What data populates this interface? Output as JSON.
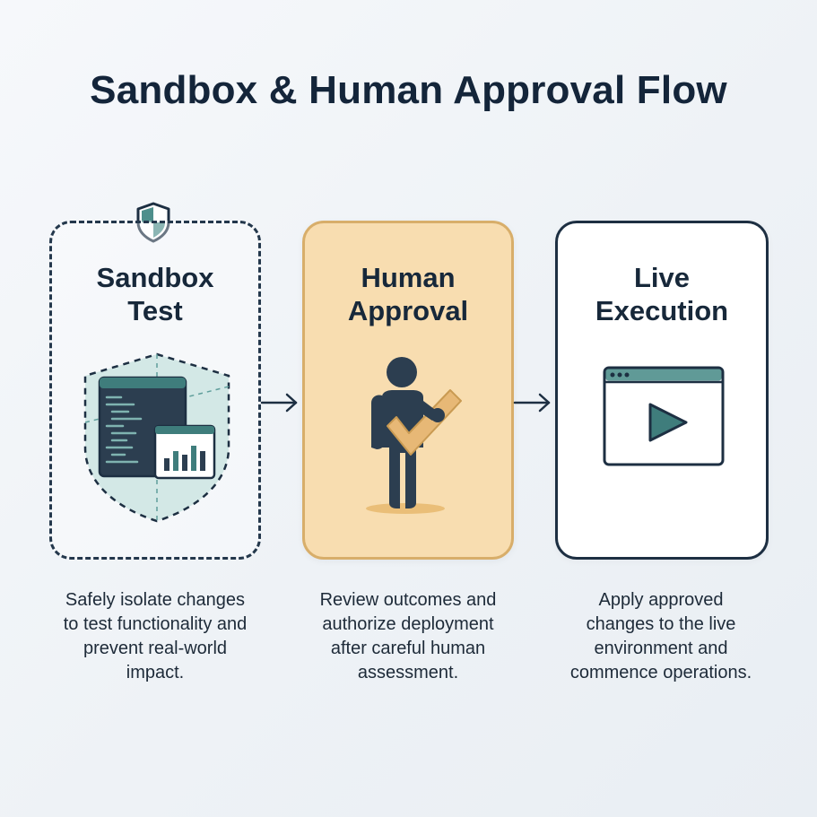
{
  "title": "Sandbox & Human Approval Flow",
  "steps": [
    {
      "title_lines": [
        "Sandbox",
        "Test"
      ],
      "description_lines": [
        "Safely isolate changes",
        "to test functionality and",
        "prevent real-world",
        "impact."
      ],
      "icon": "shield-window-icon"
    },
    {
      "title_lines": [
        "Human",
        "Approval"
      ],
      "description_lines": [
        "Review outcomes and",
        "authorize deployment",
        "after careful human",
        "assessment."
      ],
      "icon": "person-checkmark-icon"
    },
    {
      "title_lines": [
        "Live",
        "Execution"
      ],
      "description_lines": [
        "Apply approved",
        "changes to the live",
        "environment and",
        "commence operations."
      ],
      "icon": "play-window-icon"
    }
  ],
  "colors": {
    "navy": "#17283a",
    "teal": "#3f7d7c",
    "approval_fill": "#f8ddb0",
    "approval_border": "#d8ae6a",
    "check_fill": "#e7b876"
  }
}
